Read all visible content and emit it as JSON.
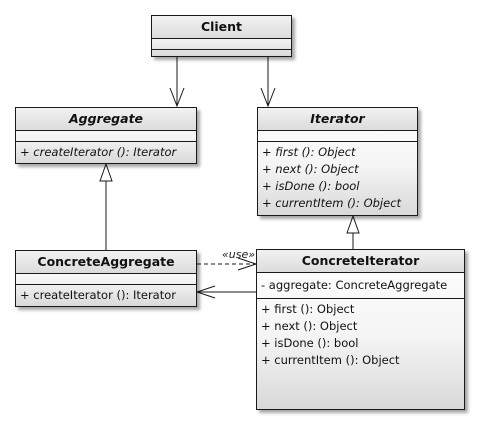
{
  "classes": {
    "client": {
      "name": "Client",
      "attributes": [],
      "operations": []
    },
    "aggregate": {
      "name": "Aggregate",
      "abstract": true,
      "attributes": [],
      "operations": [
        "+ createIterator (): Iterator"
      ]
    },
    "iterator": {
      "name": "Iterator",
      "abstract": true,
      "attributes": [],
      "operations": [
        "+ first (): Object",
        "+ next (): Object",
        "+ isDone (): bool",
        "+ currentItem (): Object"
      ]
    },
    "concrete_aggregate": {
      "name": "ConcreteAggregate",
      "attributes": [],
      "operations": [
        "+ createIterator (): Iterator"
      ]
    },
    "concrete_iterator": {
      "name": "ConcreteIterator",
      "attributes": [
        "- aggregate: ConcreteAggregate"
      ],
      "operations": [
        "+ first (): Object",
        "+ next (): Object",
        "+ isDone (): bool",
        "+ currentItem (): Object"
      ]
    }
  },
  "relations": {
    "use_label": "«use»"
  },
  "colors": {
    "line": "#1a1a1a",
    "header_top": "#f2f2f2",
    "header_bottom": "#dcdcdc"
  }
}
